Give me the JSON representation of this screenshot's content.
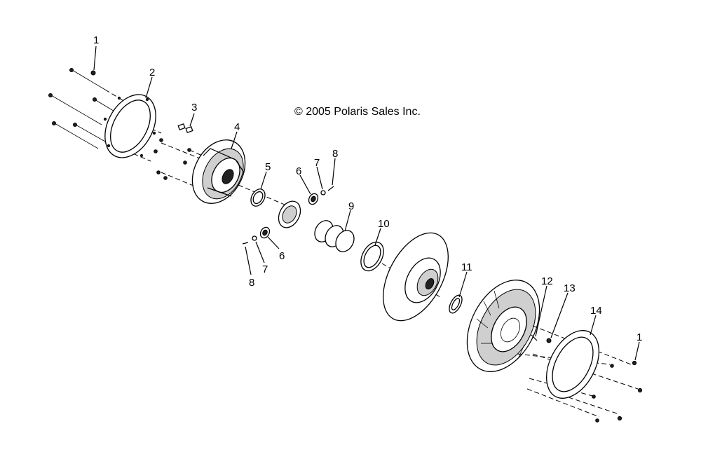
{
  "copyright": "© 2005 Polaris Sales Inc.",
  "callouts": {
    "c1a": "1",
    "c2": "2",
    "c3": "3",
    "c4": "4",
    "c5": "5",
    "c6a": "6",
    "c7a": "7",
    "c8a": "8",
    "c9": "9",
    "c10": "10",
    "c6b": "6",
    "c7b": "7",
    "c8b": "8",
    "c11": "11",
    "c12": "12",
    "c13": "13",
    "c14": "14",
    "c1b": "1"
  }
}
